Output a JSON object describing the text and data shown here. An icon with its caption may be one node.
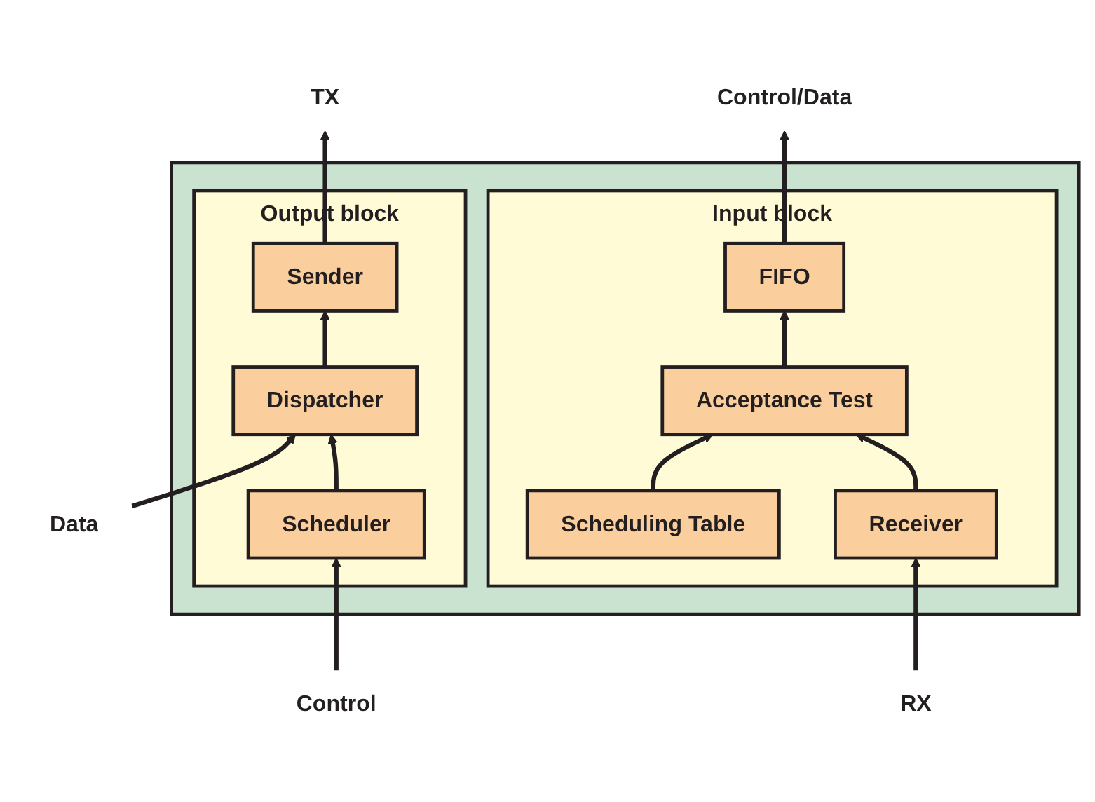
{
  "diagram": {
    "nodes": [
      {
        "text": [],
        "shape": "box"
      },
      {
        "text": [
          "Input block"
        ],
        "in": 0
      },
      {
        "text": [
          "Scheduling Table"
        ],
        "in": 1
      },
      {
        "text": [
          "Acceptance Test"
        ],
        "in": 1
      },
      {
        "text": [
          "FIFO"
        ],
        "in": 1
      },
      {
        "text": [
          "Receiver"
        ],
        "in": 1
      },
      {
        "text": [
          "Output block"
        ],
        "in": 0
      },
      {
        "text": [
          "Scheduler"
        ],
        "in": 6
      },
      {
        "text": [
          "Dispatcher"
        ],
        "in": 6
      },
      {
        "text": [
          "Sender"
        ],
        "in": 6
      },
      {
        "text": [
          "Control/Data"
        ]
      },
      {
        "text": [
          "Data"
        ]
      },
      {
        "text": [
          "Control"
        ]
      },
      {
        "text": [
          "RX"
        ]
      },
      {
        "text": [
          "TX"
        ]
      }
    ],
    "edges": [
      {
        "from": 13,
        "to": 5,
        "arrow": "to"
      },
      {
        "from": 5,
        "to": 3,
        "arrow": "to"
      },
      {
        "from": 2,
        "to": 3,
        "arrow": "to"
      },
      {
        "from": 3,
        "to": 4,
        "arrow": "to"
      },
      {
        "from": 4,
        "to": 10,
        "arrow": "to"
      },
      {
        "from": 12,
        "to": 7,
        "arrow": "to"
      },
      {
        "from": 7,
        "to": 8,
        "arrow": "to"
      },
      {
        "from": 11,
        "to": 8,
        "arrow": "to"
      },
      {
        "from": 8,
        "to": 9,
        "arrow": "to"
      },
      {
        "from": 9,
        "to": 14,
        "arrow": "to"
      }
    ]
  }
}
